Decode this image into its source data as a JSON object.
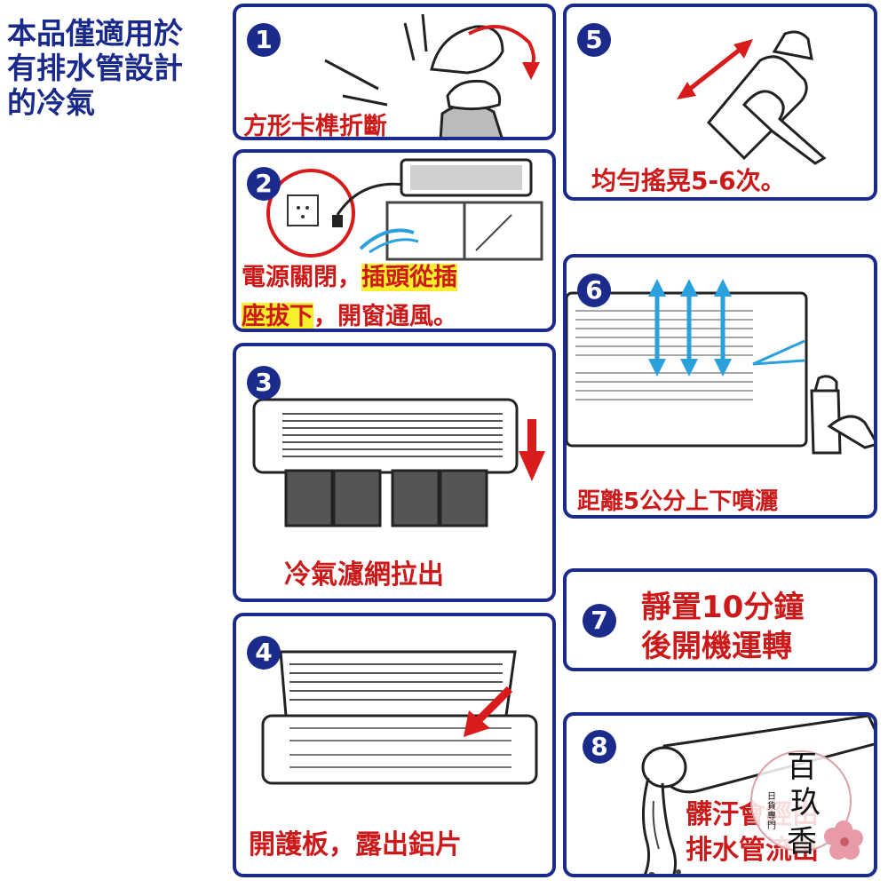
{
  "intro_text": "本品僅適用於\n有排水管設計\n的冷氣",
  "colors": {
    "frame": "#1b2b8c",
    "caption": "#cc1a1a",
    "highlight": "#f7ee2c",
    "arrow_blue": "#2aa0dd",
    "arrow_red": "#d81c1c"
  },
  "steps": [
    {
      "num": "1",
      "caption": "方形卡榫折斷"
    },
    {
      "num": "2",
      "caption_line1": "電源關閉，",
      "caption_hl1": "插頭從插",
      "caption_hl2": "座拔下",
      "caption_line2": "，開窗通風。"
    },
    {
      "num": "3",
      "caption": "冷氣濾網拉出"
    },
    {
      "num": "4",
      "caption": "開護板，露出鋁片"
    },
    {
      "num": "5",
      "caption": "均勻搖晃5-6次。"
    },
    {
      "num": "6",
      "caption": "距離5公分上下噴灑"
    },
    {
      "num": "7",
      "line1": "靜置10分鐘",
      "line2": "後開機運轉"
    },
    {
      "num": "8",
      "line1": "髒汙會經由",
      "line2": "排水管流出"
    }
  ],
  "stamp": {
    "line1": "百",
    "line2": "玖",
    "line3": "香",
    "sub": "日貨專門"
  }
}
